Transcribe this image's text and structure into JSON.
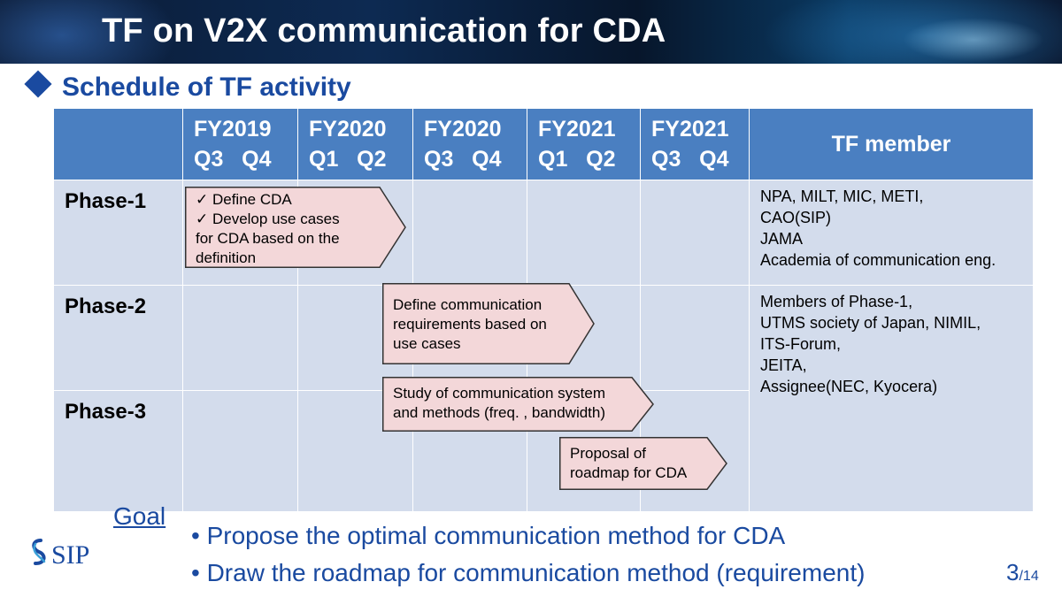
{
  "title": "TF on V2X communication for CDA",
  "section_title": "Schedule of TF activity",
  "table": {
    "headers": [
      {
        "l1": "",
        "l2": ""
      },
      {
        "l1": "FY2019",
        "l2": "Q3   Q4"
      },
      {
        "l1": "FY2020",
        "l2": "Q1   Q2"
      },
      {
        "l1": "FY2020",
        "l2": "Q3   Q4"
      },
      {
        "l1": "FY2021",
        "l2": "Q1   Q2"
      },
      {
        "l1": "FY2021",
        "l2": "Q3   Q4"
      },
      {
        "l1": "TF member",
        "l2": ""
      }
    ],
    "phases": [
      "Phase-1",
      "Phase-2",
      "Phase-3"
    ],
    "members_phase1": [
      "NPA, MILT, MIC, METI,",
      "CAO(SIP)",
      "JAMA",
      "Academia of communication eng."
    ],
    "members_phase23": [
      "Members of Phase-1,",
      "UTMS society of Japan, NIMIL,",
      "ITS-Forum,",
      "JEITA,",
      "Assignee(NEC, Kyocera)"
    ]
  },
  "arrows": [
    {
      "lines": [
        "✓  Define CDA",
        "✓  Develop use cases",
        "     for CDA based on the",
        "     definition"
      ]
    },
    {
      "lines": [
        "Define communication",
        "requirements based on",
        "use cases"
      ]
    },
    {
      "lines": [
        "Study of communication system",
        "and methods (freq. , bandwidth)"
      ]
    },
    {
      "lines": [
        "Proposal of",
        "roadmap for CDA"
      ]
    }
  ],
  "goal": {
    "label": "Goal",
    "bullets": [
      "• Propose the optimal communication method for CDA",
      "• Draw the roadmap for communication method (requirement)"
    ]
  },
  "logo_text": "SIP",
  "page": {
    "current": "3",
    "total": "/14"
  },
  "colors": {
    "header_blue": "#4a7fc1",
    "cell_blue": "#d3dcec",
    "arrow_fill": "#f3d7d9",
    "text_blue": "#1a4aa0"
  }
}
